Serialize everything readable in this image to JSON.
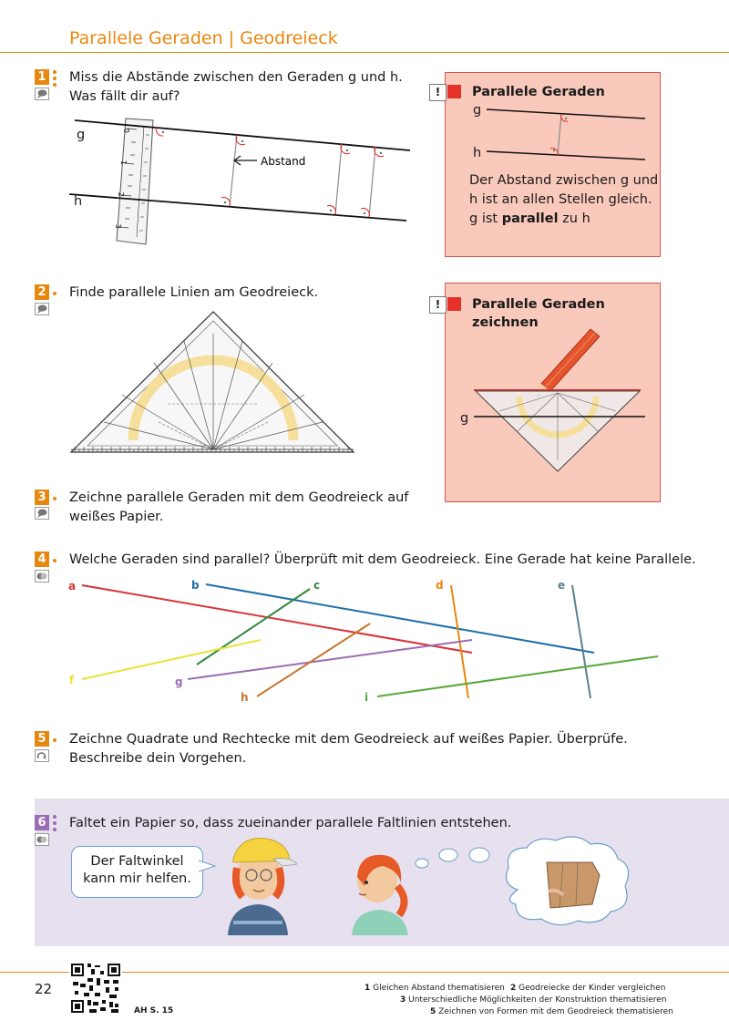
{
  "header": {
    "title": "Parallele Geraden | Geodreieck"
  },
  "task1": {
    "number": "1",
    "text_line1": "Miss die Abstände zwischen den Geraden g und h.",
    "text_line2": "Was fällt dir auf?",
    "label_g": "g",
    "label_h": "h",
    "arrow_label": "Abstand",
    "ruler_ticks": [
      "0",
      "1",
      "2",
      "3"
    ]
  },
  "box1": {
    "mark": "!",
    "title": "Parallele Geraden",
    "label_g": "g",
    "label_h": "h",
    "text_line1": "Der Abstand zwischen g und",
    "text_line2": "h ist an allen Stellen gleich.",
    "text_line3_pre": "g ist ",
    "text_line3_bold": "parallel",
    "text_line3_post": " zu h"
  },
  "task2": {
    "number": "2",
    "text": "Finde parallele Linien am Geodreieck."
  },
  "box2": {
    "mark": "!",
    "title_line1": "Parallele Geraden",
    "title_line2": "zeichnen",
    "label_g": "g"
  },
  "task3": {
    "number": "3",
    "text_line1": "Zeichne parallele Geraden mit dem Geodreieck auf",
    "text_line2": "weißes Papier."
  },
  "task4": {
    "number": "4",
    "text": "Welche Geraden sind parallel? Überprüft mit dem Geodreieck. Eine Gerade hat keine Parallele.",
    "lines": [
      {
        "name": "a",
        "color": "#d9343a"
      },
      {
        "name": "b",
        "color": "#1e6fa8"
      },
      {
        "name": "c",
        "color": "#2e8b3e"
      },
      {
        "name": "d",
        "color": "#e8870e"
      },
      {
        "name": "e",
        "color": "#5b7f8f"
      },
      {
        "name": "f",
        "color": "#e9e33a"
      },
      {
        "name": "g",
        "color": "#9a6cb4"
      },
      {
        "name": "h",
        "color": "#c8742a"
      },
      {
        "name": "i",
        "color": "#5aa83a"
      }
    ]
  },
  "task5": {
    "number": "5",
    "text_line1": "Zeichne Quadrate und Rechtecke mit dem Geodreieck auf weißes Papier. Überprüfe.",
    "text_line2": "Beschreibe dein Vorgehen."
  },
  "task6": {
    "number": "6",
    "text": "Faltet ein Papier so, dass zueinander parallele Faltlinien entstehen.",
    "bubble_line1": "Der Faltwinkel",
    "bubble_line2": "kann mir helfen."
  },
  "footer": {
    "page_number": "22",
    "ah_ref": "AH S. 15",
    "notes": [
      {
        "num": "1",
        "text": "Gleichen Abstand thematisieren"
      },
      {
        "num": "2",
        "text": "Geodreiecke der Kinder vergleichen"
      },
      {
        "num": "3",
        "text": "Unterschiedliche Möglichkeiten der Konstruktion thematisieren"
      },
      {
        "num": "5",
        "text": "Zeichnen von Formen mit dem Geodreieck thematisieren"
      }
    ]
  },
  "colors": {
    "accent": "#e8870e",
    "info_bg": "#f9c9bb",
    "band": "#e6e0ef"
  }
}
